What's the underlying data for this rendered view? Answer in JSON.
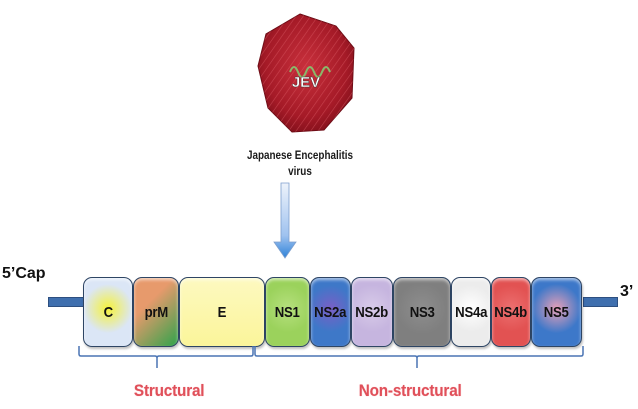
{
  "virus": {
    "label": "JEV",
    "caption_line1": "Japanese Encephalitis",
    "caption_line2": "virus"
  },
  "genome": {
    "five_prime_label": "5’Cap",
    "three_prime_label": "3’",
    "genes": [
      {
        "name": "C",
        "color": "#dbe6f6",
        "accent": "#f6f23a",
        "group": "structural"
      },
      {
        "name": "prM",
        "color": "#e79a6c",
        "accent": "#2fa34b",
        "group": "structural"
      },
      {
        "name": "E",
        "color": "#fbf59a",
        "accent": "#fdf9c0",
        "group": "structural"
      },
      {
        "name": "NS1",
        "color": "#9bd25c",
        "accent": "#b6e07e",
        "group": "non-structural"
      },
      {
        "name": "NS2a",
        "color": "#3e78c8",
        "accent": "#7a5fc6",
        "group": "non-structural"
      },
      {
        "name": "NS2b",
        "color": "#c6b5df",
        "accent": "#d8cbe9",
        "group": "non-structural"
      },
      {
        "name": "NS3",
        "color": "#7f7f7f",
        "accent": "#8e8e8e",
        "group": "non-structural"
      },
      {
        "name": "NS4a",
        "color": "#ececec",
        "accent": "#ffffff",
        "group": "non-structural"
      },
      {
        "name": "NS4b",
        "color": "#e25252",
        "accent": "#ec7070",
        "group": "non-structural"
      },
      {
        "name": "NS5",
        "color": "#3d78c9",
        "accent": "#e7a0b8",
        "group": "non-structural"
      }
    ]
  },
  "groups": {
    "structural_label": "Structural",
    "nonstructural_label": "Non-structural"
  },
  "colors": {
    "backbone": "#3f6fae",
    "group_label": "#e0505a",
    "brace": "#4a74b4",
    "virus_body": "#b01e2c",
    "rna_strand": "#7fa860",
    "arrow": "#5a9de0"
  }
}
